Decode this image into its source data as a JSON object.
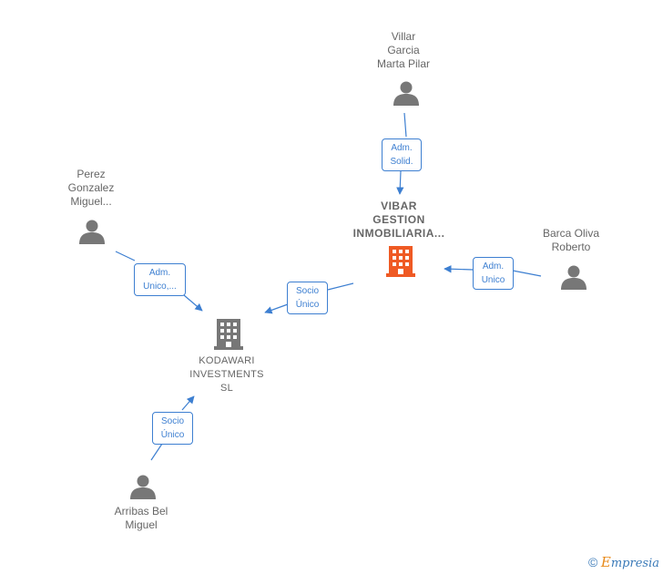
{
  "nodes": {
    "villar": {
      "label": "Villar\nGarcia\nMarta Pilar"
    },
    "perez": {
      "label": "Perez\nGonzalez\nMiguel..."
    },
    "vibar": {
      "label": "VIBAR\nGESTION\nINMOBILIARIA..."
    },
    "barca": {
      "label": "Barca Oliva\nRoberto"
    },
    "kodawari": {
      "label": "KODAWARI\nINVESTMENTS\nSL"
    },
    "arribas": {
      "label": "Arribas Bel\nMiguel"
    }
  },
  "edges": {
    "villar_vibar": "Adm.\nSolid.",
    "perez_kodawari": "Adm.\nUnico,...",
    "vibar_kodawari": "Socio\nÚnico",
    "barca_vibar": "Adm.\nUnico",
    "arribas_kodawari": "Socio\nÚnico"
  },
  "brand": {
    "copyright": "©",
    "e": "E",
    "rest": "mpresia"
  },
  "colors": {
    "edge": "#3d7fd1",
    "person_icon": "#777777",
    "company_icon": "#777777",
    "main_company_icon": "#ef5a24"
  }
}
